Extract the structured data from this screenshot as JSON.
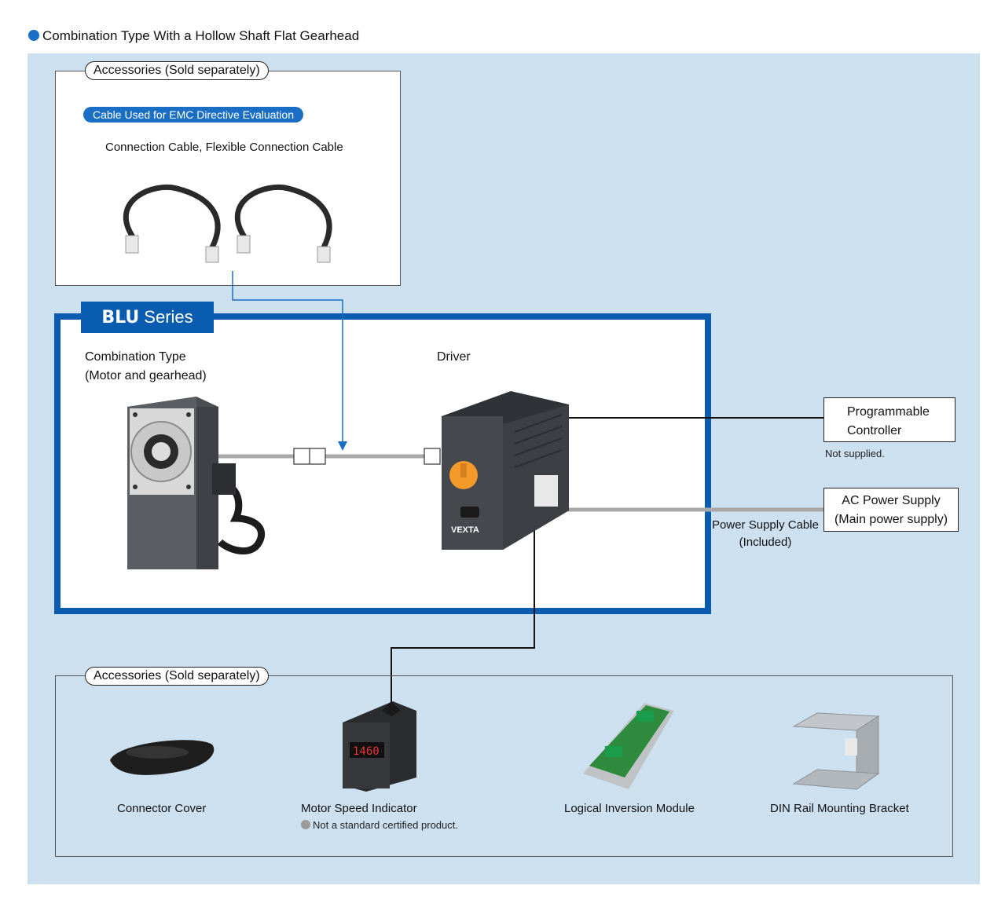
{
  "page": {
    "title": "Combination Type With a Hollow Shaft Flat Gearhead",
    "colors": {
      "accent": "#0a5cb0",
      "background": "#cde0f0",
      "cable": "#a8a8a8",
      "knob": "#f39a2b"
    }
  },
  "top_accessories": {
    "tab_label": "Accessories (Sold separately)",
    "badge": "Cable Used for EMC Directive Evaluation",
    "item_label": "Connection Cable, Flexible Connection Cable"
  },
  "series": {
    "brand": "BLU",
    "suffix": " Series",
    "motor_label_1": "Combination Type",
    "motor_label_2": "(Motor and gearhead)",
    "driver_label": "Driver",
    "driver_panel_text": "VEXTA"
  },
  "external": {
    "plc_1": "Programmable",
    "plc_2": "Controller",
    "plc_note": "Not supplied.",
    "ac_1": "AC Power Supply",
    "ac_2": "(Main power supply)",
    "cable_1": "Power Supply Cable",
    "cable_2": "(Included)"
  },
  "bottom_accessories": {
    "tab_label": "Accessories (Sold separately)",
    "items": [
      {
        "label": "Connector Cover",
        "icon": "connector-cover-icon"
      },
      {
        "label": "Motor Speed Indicator",
        "note": "Not a standard certified product.",
        "display": "1460",
        "icon": "speed-indicator-icon"
      },
      {
        "label": "Logical Inversion Module",
        "icon": "inversion-module-icon"
      },
      {
        "label": "DIN Rail Mounting Bracket",
        "icon": "din-bracket-icon"
      }
    ]
  }
}
